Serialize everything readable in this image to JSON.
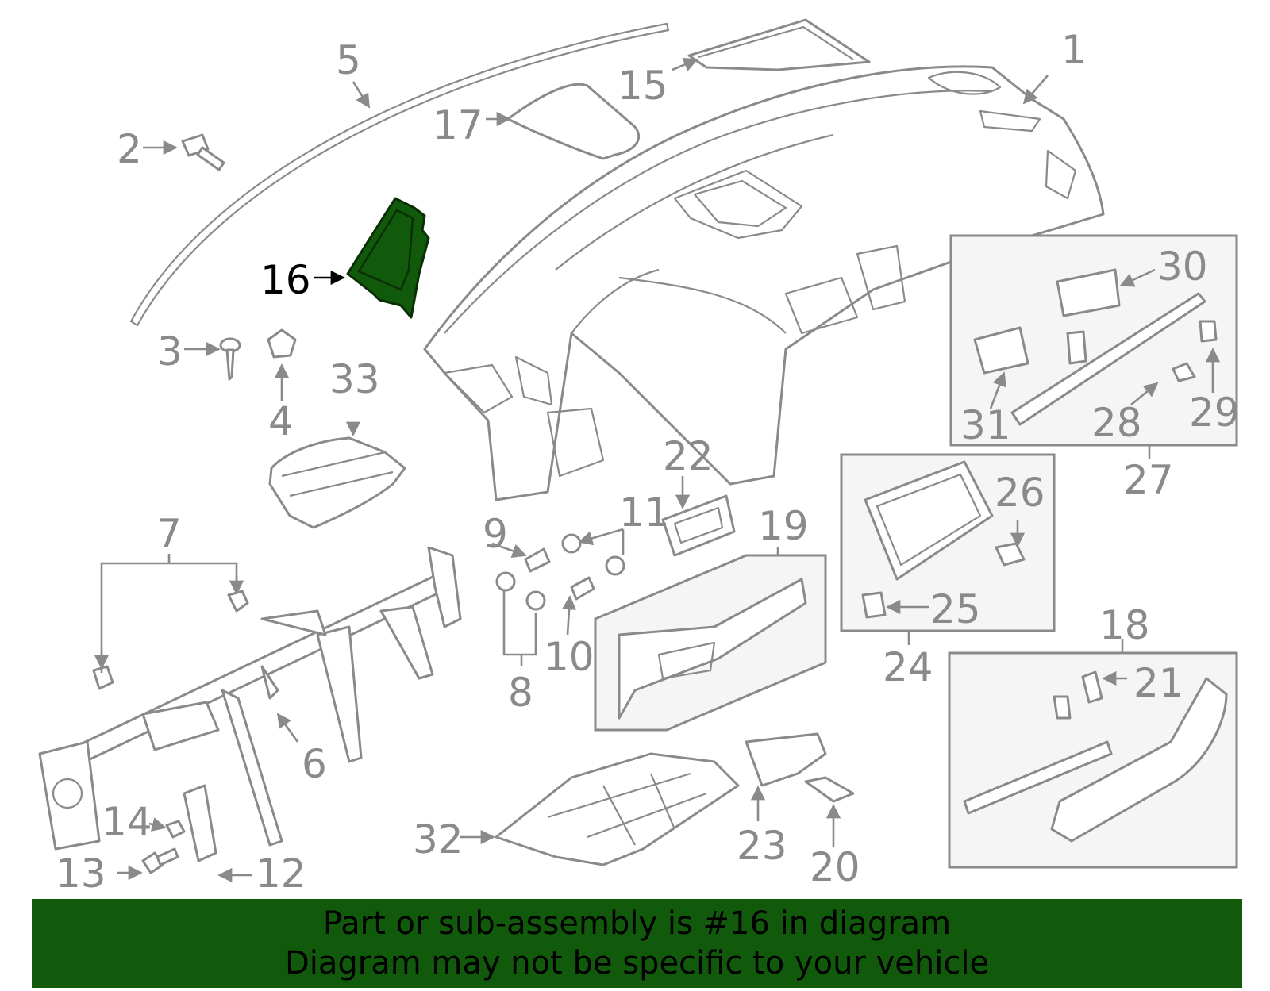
{
  "highlight_color": "#125a0b",
  "banner": {
    "line1": "Part or sub-assembly is #16 in diagram",
    "line2": "Diagram may not be specific to your vehicle"
  },
  "callouts": {
    "c1": "1",
    "c2": "2",
    "c3": "3",
    "c4": "4",
    "c5": "5",
    "c6": "6",
    "c7": "7",
    "c8": "8",
    "c9": "9",
    "c10": "10",
    "c11": "11",
    "c12": "12",
    "c13": "13",
    "c14": "14",
    "c15": "15",
    "c16": "16",
    "c17": "17",
    "c18": "18",
    "c19": "19",
    "c20": "20",
    "c21": "21",
    "c22": "22",
    "c23": "23",
    "c24": "24",
    "c25": "25",
    "c26": "26",
    "c27": "27",
    "c28": "28",
    "c29": "29",
    "c30": "30",
    "c31": "31",
    "c32": "32",
    "c33": "33"
  }
}
